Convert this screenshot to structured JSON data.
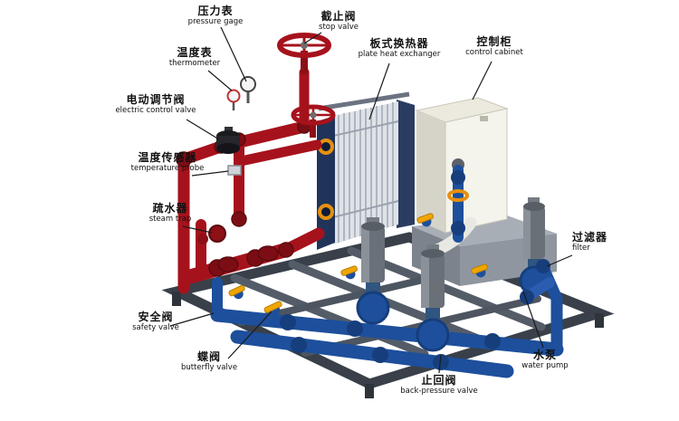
{
  "diagram": {
    "title": "plate heat exchanger unit diagram",
    "labels": [
      {
        "id": "pressure-gage",
        "zh": "压力表",
        "en": "pressure gage"
      },
      {
        "id": "stop-valve",
        "zh": "截止阀",
        "en": "stop valve"
      },
      {
        "id": "plate-heat-exchanger",
        "zh": "板式换热器",
        "en": "plate heat exchanger"
      },
      {
        "id": "control-cabinet",
        "zh": "控制柜",
        "en": "control cabinet"
      },
      {
        "id": "thermometer",
        "zh": "温度表",
        "en": "thermometer"
      },
      {
        "id": "electric-control-valve",
        "zh": "电动调节阀",
        "en": "electric control valve"
      },
      {
        "id": "temperature-probe",
        "zh": "温度传感器",
        "en": "temperature probe"
      },
      {
        "id": "steam-trap",
        "zh": "疏水器",
        "en": "steam trap"
      },
      {
        "id": "filter",
        "zh": "过滤器",
        "en": "filter"
      },
      {
        "id": "safety-valve",
        "zh": "安全阀",
        "en": "safety valve"
      },
      {
        "id": "butterfly-valve",
        "zh": "蝶阀",
        "en": "butterfly valve"
      },
      {
        "id": "back-pressure-valve",
        "zh": "止回阀",
        "en": "back-pressure valve"
      },
      {
        "id": "water-pump",
        "zh": "水泵",
        "en": "water pump"
      }
    ],
    "colors": {
      "hot_pipe": "#a6121c",
      "hot_pipe_dark": "#7c0d14",
      "cold_pipe": "#1d4f9c",
      "cold_pipe_dark": "#163e7c",
      "frame": "#444b55",
      "cabinet": "#f4f3ec",
      "handle_yellow": "#f0a500",
      "port_orange": "#e6900e",
      "leader_line": "#1a1a1a"
    }
  }
}
